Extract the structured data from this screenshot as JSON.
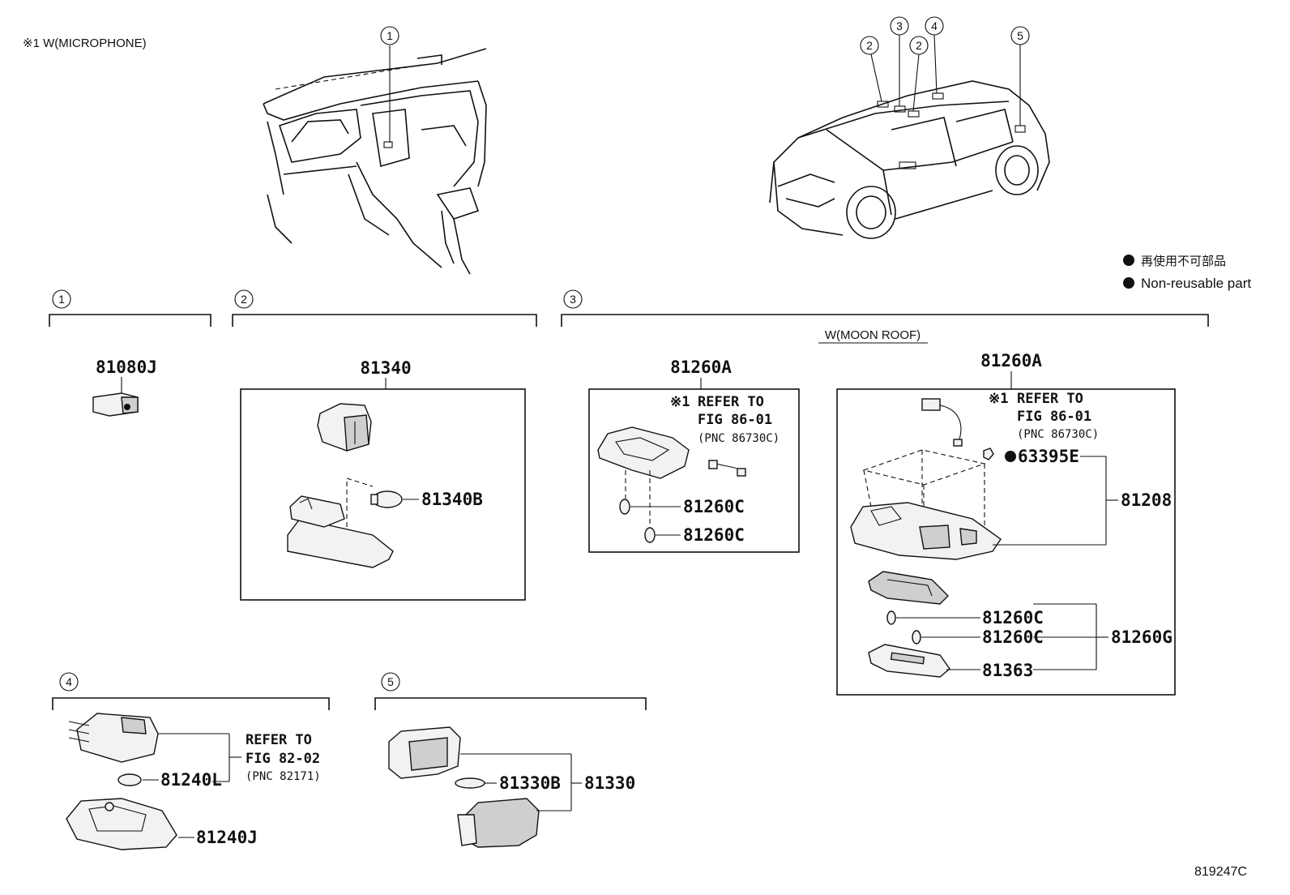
{
  "header_note": "※1 W(MICROPHONE)",
  "figure_code": "819247C",
  "legend": {
    "jp": "再使用不可部品",
    "en": "Non-reusable part"
  },
  "locators": {
    "n1": "1",
    "n2a": "2",
    "n3": "3",
    "n2b": "2",
    "n4": "4",
    "n5": "5"
  },
  "sections": {
    "s1": "1",
    "s2": "2",
    "s3": "3",
    "s4": "4",
    "s5": "5"
  },
  "section3_note": "W(MOON ROOF)",
  "parts": {
    "p81080J": "81080J",
    "p81340": "81340",
    "p81340B": "81340B",
    "p81260A_left": "81260A",
    "p81260C_l1": "81260C",
    "p81260C_l2": "81260C",
    "p81260A_right": "81260A",
    "p63395E": "63395E",
    "p81208": "81208",
    "p81260C_r1": "81260C",
    "p81260C_r2": "81260C",
    "p81260G": "81260G",
    "p81363": "81363",
    "p81240L": "81240L",
    "p81240J": "81240J",
    "p81330B": "81330B",
    "p81330": "81330"
  },
  "refs": {
    "left": {
      "mark": "※1",
      "line1": "REFER TO",
      "line2": "FIG 86-01",
      "line3": "(PNC 86730C)"
    },
    "right": {
      "mark": "※1",
      "line1": "REFER TO",
      "line2": "FIG 86-01",
      "line3": "(PNC 86730C)"
    },
    "s4": {
      "line1": "REFER TO",
      "line2": "FIG 82-02",
      "line3": "(PNC 82171)"
    }
  }
}
